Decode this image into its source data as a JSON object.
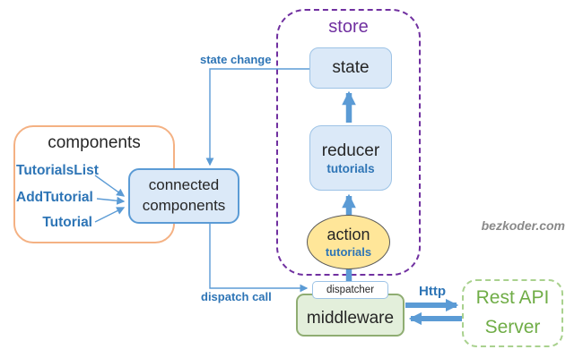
{
  "watermark": "bezkoder.com",
  "nodes": {
    "components_group": {
      "title": "components",
      "items": [
        "TutorialsList",
        "AddTutorial",
        "Tutorial"
      ]
    },
    "connected_components": {
      "line1": "connected",
      "line2": "components"
    },
    "store_group": {
      "title": "store"
    },
    "state": {
      "label": "state"
    },
    "reducer": {
      "label": "reducer",
      "sublabel": "tutorials"
    },
    "action": {
      "label": "action",
      "sublabel": "tutorials"
    },
    "dispatcher": {
      "label": "dispatcher"
    },
    "middleware": {
      "label": "middleware"
    },
    "rest_api_server": {
      "line1": "Rest API",
      "line2": "Server"
    }
  },
  "edges": {
    "state_change_label": "state change",
    "dispatch_call_label": "dispatch call",
    "http_label": "Http"
  },
  "colors": {
    "blue_text": "#2e75b6",
    "arrow_blue": "#5b9bd5",
    "box_blue_fill": "#dbe9f8",
    "box_blue_border": "#9dc3e6",
    "connected_border": "#5b9bd5",
    "orange_border": "#f4b183",
    "purple": "#7030a0",
    "action_fill": "#ffe699",
    "action_border": "#595959",
    "middleware_fill": "#e3efdb",
    "middleware_border": "#8fad72",
    "green_border": "#a9d18e",
    "green_text": "#70ad47",
    "watermark_gray": "#8a8a8a"
  }
}
